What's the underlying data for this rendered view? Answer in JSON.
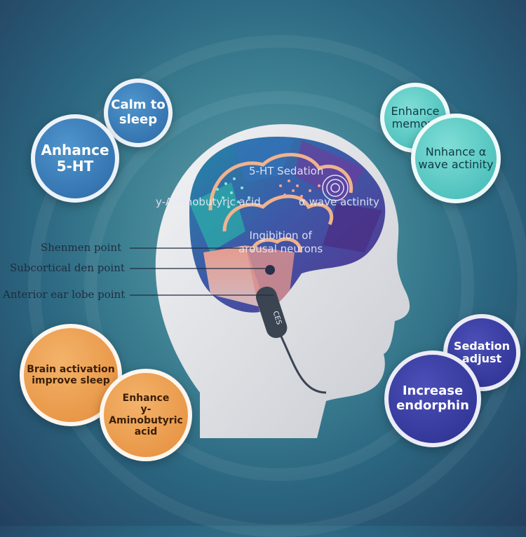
{
  "bubbles": {
    "calm_to_sleep": "Calm to\nsleep",
    "anhance_5ht": "Anhance\n5-HT",
    "enhance_memory": "Enhance\nmemory",
    "nnhance_alpha": "Nnhance α\nwave actinity",
    "brain_activation": "Brain activation\nimprove sleep",
    "enhance_gaba": "Enhance\ny-Aminobutyric\nacid",
    "sedation_adjust": "Sedation\nadjust",
    "increase_endorphin": "Increase\nendorphin"
  },
  "brain_labels": {
    "sedation": "5-HT Sedation",
    "gaba": "y-Aminobutyric acid",
    "alpha_wave": "α wave actinity",
    "ingibition": "Ingibition of\narousal neurons"
  },
  "callouts": {
    "shenmen": "Shenmen point",
    "subcortical": "Subcortical den point",
    "anterior": "Anterior ear lobe point"
  },
  "device_label": "CES",
  "colors": {
    "blue": "#3a7fbd",
    "teal": "#5ccac5",
    "orange": "#eda050",
    "purple": "#34389d"
  }
}
